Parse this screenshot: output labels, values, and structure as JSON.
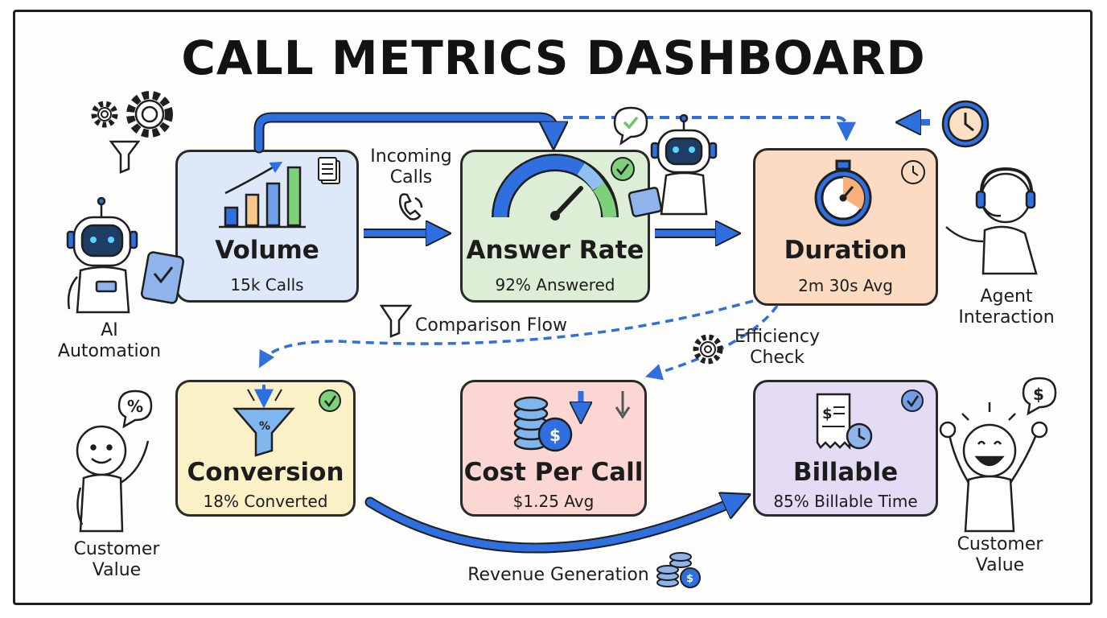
{
  "title": "CALL METRICS DASHBOARD",
  "colors": {
    "blue": "#2f6fe0",
    "volume": "#dde9f8",
    "answer": "#dcefd6",
    "duration": "#fbdcc2",
    "conversion": "#fbf1c6",
    "cost": "#fbd6d2",
    "billable": "#e4dbf4",
    "check": "#6cc46a"
  },
  "cards": {
    "volume": {
      "title": "Volume",
      "subtitle": "15k Calls",
      "icon": "bar-chart-icon"
    },
    "answer": {
      "title": "Answer Rate",
      "subtitle": "92% Answered",
      "icon": "gauge-icon"
    },
    "duration": {
      "title": "Duration",
      "subtitle": "2m 30s Avg",
      "icon": "stopwatch-icon"
    },
    "conversion": {
      "title": "Conversion",
      "subtitle": "18% Converted",
      "icon": "funnel-icon"
    },
    "cost": {
      "title": "Cost Per Call",
      "subtitle": "$1.25 Avg",
      "icon": "coins-icon"
    },
    "billable": {
      "title": "Billable",
      "subtitle": "85% Billable Time",
      "icon": "receipt-icon"
    }
  },
  "labels": {
    "incoming_calls_1": "Incoming",
    "incoming_calls_2": "Calls",
    "comparison_flow": "Comparison Flow",
    "efficiency_check_1": "Efficiency",
    "efficiency_check_2": "Check",
    "ai_automation_1": "AI",
    "ai_automation_2": "Automation",
    "agent_interaction_1": "Agent",
    "agent_interaction_2": "Interaction",
    "customer_value_left_1": "Customer",
    "customer_value_left_2": "Value",
    "customer_value_right_1": "Customer",
    "customer_value_right_2": "Value",
    "revenue_generation": "Revenue Generation"
  },
  "badges": {
    "percent": "%",
    "dollar": "$"
  }
}
